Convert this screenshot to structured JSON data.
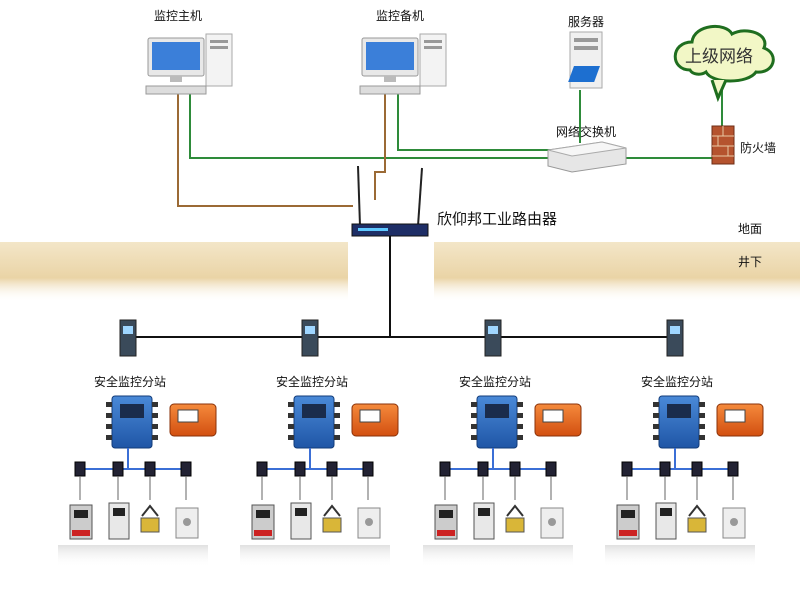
{
  "labels": {
    "host_main": "监控主机",
    "host_backup": "监控备机",
    "server": "服务器",
    "upper_network": "上级网络",
    "switch": "网络交换机",
    "firewall": "防火墙",
    "router": "欣仰邦工业路由器",
    "ground": "地面",
    "underground": "井下"
  },
  "substations": [
    {
      "label": "安全监控分站"
    },
    {
      "label": "安全监控分站"
    },
    {
      "label": "安全监控分站"
    },
    {
      "label": "安全监控分站"
    }
  ],
  "colors": {
    "green_line": "#2e8b3a",
    "brown_line": "#9b6a35",
    "soil": "#e8d2a8",
    "device_blue": "#2f6fc0",
    "device_orange": "#e8641e",
    "cloud_fill": "#f2f7c6",
    "cloud_stroke": "#1f6e1f",
    "bus_blue": "#3b6fd6"
  }
}
